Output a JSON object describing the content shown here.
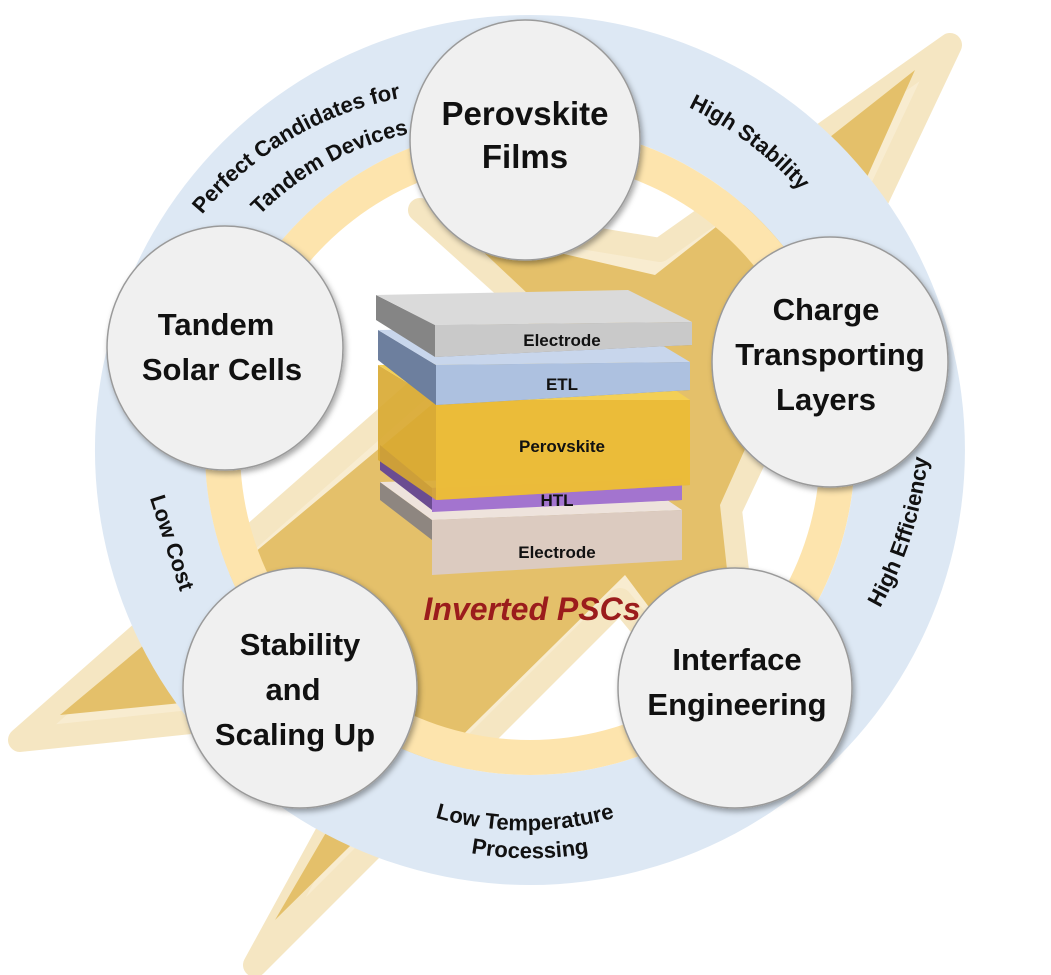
{
  "diagram": {
    "center_title": "Inverted PSCs",
    "colors": {
      "star_fill": "#e4c06a",
      "star_outline": "#f8ecd0",
      "outer_ring": "#dde8f4",
      "inner_ring": "#fde4ad",
      "node_fill": "#f0f0f0",
      "title": "#9b1c1c"
    },
    "nodes": [
      {
        "id": "perovskite-films",
        "lines": [
          "Perovskite",
          "Films"
        ]
      },
      {
        "id": "charge-transporting-layers",
        "lines": [
          "Charge",
          "Transporting",
          "Layers"
        ]
      },
      {
        "id": "interface-engineering",
        "lines": [
          "Interface",
          "Engineering"
        ]
      },
      {
        "id": "stability-scaling-up",
        "lines": [
          "Stability",
          "and",
          "Scaling Up"
        ]
      },
      {
        "id": "tandem-solar-cells",
        "lines": [
          "Tandem",
          "Solar Cells"
        ]
      }
    ],
    "benefits": [
      {
        "id": "perfect-candidates",
        "lines": [
          "Perfect Candidates for",
          "Tandem Devices"
        ]
      },
      {
        "id": "high-stability",
        "lines": [
          "High Stability"
        ]
      },
      {
        "id": "high-efficiency",
        "lines": [
          "High Efficiency"
        ]
      },
      {
        "id": "low-temperature",
        "lines": [
          "Low Temperature",
          "Processing"
        ]
      },
      {
        "id": "low-cost",
        "lines": [
          "Low Cost"
        ]
      }
    ],
    "layers": [
      {
        "label": "Electrode",
        "color": "#c9c9c9"
      },
      {
        "label": "ETL",
        "color": "#adc1e0"
      },
      {
        "label": "Perovskite",
        "color": "#edbd3a"
      },
      {
        "label": "HTL",
        "color": "#a374cf"
      },
      {
        "label": "Electrode",
        "color": "#dccbc0"
      }
    ]
  }
}
